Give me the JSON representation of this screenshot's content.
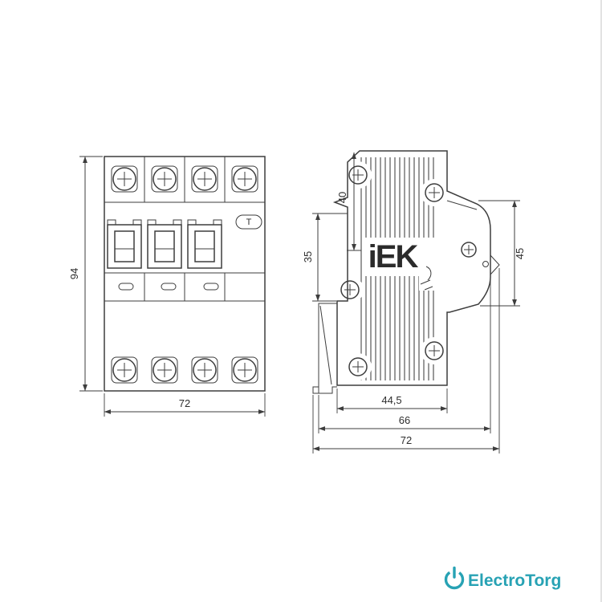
{
  "front_view": {
    "dim_height": "94",
    "dim_width": "72",
    "test_button": "T"
  },
  "side_view": {
    "brand": "iEK",
    "dim_top": "40",
    "dim_mid": "35",
    "dim_right": "45",
    "dim_w1": "44,5",
    "dim_w2": "66",
    "dim_w3": "72"
  },
  "footer": {
    "brand": "ElectroTorg",
    "color": "#27a2b4"
  },
  "drawing": {
    "line_color": "#3d3d3d"
  }
}
